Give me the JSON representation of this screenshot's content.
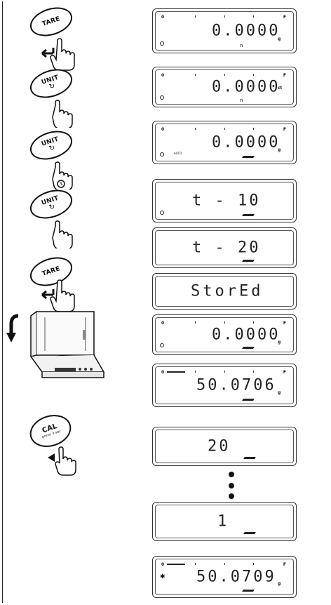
{
  "buttons": {
    "tare_1": "TARE",
    "unit_1": "UNIT",
    "unit_2": "UNIT",
    "unit_3": "UNIT",
    "tare_2": "TARE",
    "cal": "CAL",
    "cal_sub": "press 3 sec"
  },
  "icons": {
    "unit_cycle": "↻"
  },
  "displays": {
    "d1": {
      "value": "0.0000",
      "mark0": "0",
      "markF": "F",
      "unit": "g",
      "sub": "n"
    },
    "d2": {
      "value": "0.0000",
      "mark0": "0",
      "markF": "F",
      "unit": "ct",
      "sub": "n"
    },
    "d3": {
      "value": "0.0000",
      "mark0": "0",
      "markF": "F",
      "unit": "g",
      "auto": "AUTO"
    },
    "d4": {
      "value": "t - 10"
    },
    "d5": {
      "value": "t - 20"
    },
    "d6": {
      "value": "StorEd"
    },
    "d7": {
      "value": "0.0000",
      "mark0": "0",
      "markF": "F",
      "unit": "g"
    },
    "d8": {
      "value": "50.0706",
      "mark0": "0",
      "markF": "F",
      "unit": "g"
    },
    "d9": {
      "value": "20"
    },
    "d10": {
      "value": "1"
    },
    "d11": {
      "value": "50.0709",
      "mark0": "0",
      "markF": "F",
      "unit": "g",
      "star": "✱"
    }
  }
}
